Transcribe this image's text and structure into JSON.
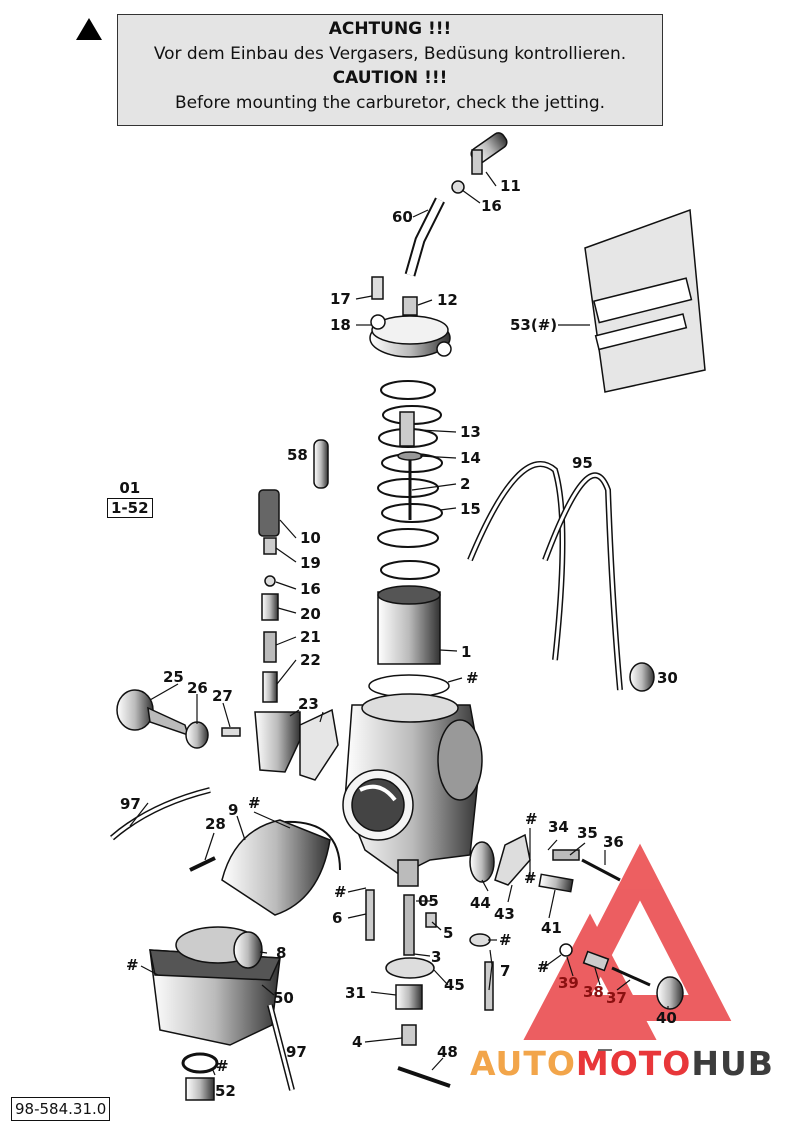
{
  "caution": {
    "heading_de": "ACHTUNG !!!",
    "text_de": "Vor dem Einbau des Vergasers, Bedüsung kontrollieren.",
    "heading_en": "CAUTION !!!",
    "text_en": "Before mounting the carburetor, check the jetting."
  },
  "group_ref": {
    "number": "01",
    "range": "1-52"
  },
  "doc_number": "98-584.31.0",
  "watermark": {
    "part1": "AUTO",
    "part2": "MOTO",
    "part3": "HUB"
  },
  "colors": {
    "orange": "#f2a54a",
    "red": "#e8373a",
    "dark": "#3c3c3c"
  },
  "labels": {
    "l11": "11",
    "l16a": "16",
    "l60": "60",
    "l17": "17",
    "l12": "12",
    "l18": "18",
    "l53": "53(#)",
    "l13": "13",
    "l14": "14",
    "l58": "58",
    "l2": "2",
    "l95": "95",
    "l15": "15",
    "l10": "10",
    "l19": "19",
    "l16b": "16",
    "l20": "20",
    "l21": "21",
    "l22": "22",
    "l1": "1",
    "lh1": "#",
    "l30": "30",
    "l25": "25",
    "l26": "26",
    "l27": "27",
    "l23": "23",
    "l97a": "97",
    "l9": "9",
    "lh2": "#",
    "l28": "28",
    "lh3": "#",
    "l34": "34",
    "l35": "35",
    "l36": "36",
    "lh4": "#",
    "l05": "05",
    "l44": "44",
    "l43": "43",
    "lh5": "#",
    "l41": "41",
    "l6": "6",
    "l5": "5",
    "lh6": "#",
    "l8": "8",
    "l3": "3",
    "l7": "7",
    "lh7": "#",
    "l39": "39",
    "l38": "38",
    "l37": "37",
    "lh8": "#",
    "l31": "31",
    "l45": "45",
    "l50": "50",
    "l40": "40",
    "l4": "4",
    "l48": "48",
    "l97b": "97",
    "lh9": "#",
    "l52": "52"
  }
}
